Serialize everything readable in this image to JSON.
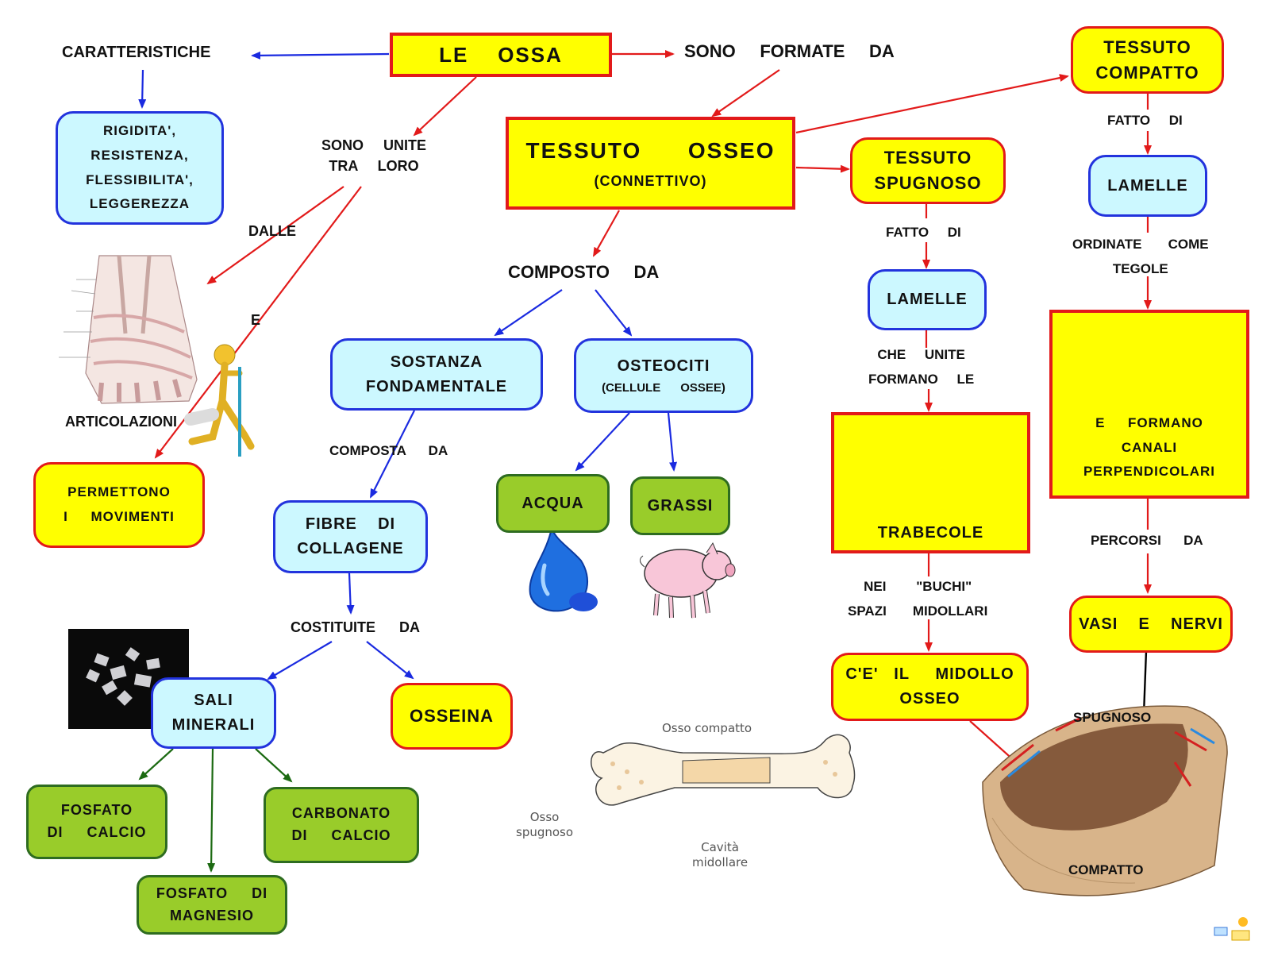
{
  "title": "LE    OSSA",
  "top_links": {
    "caratteristiche": "CARATTERISTICHE",
    "formate": "SONO     FORMATE     DA",
    "unite": "SONO     UNITE\nTRA     LORO",
    "dalle": "DALLE",
    "e": "E",
    "articolazioni": "ARTICOLAZIONI"
  },
  "properties": "RIGIDITA',\nRESISTENZA,\nFLESSIBILITA',\nLEGGEREZZA",
  "movements": "PERMETTONO\nI     MOVIMENTI",
  "tessuto_osseo": {
    "title": "TESSUTO      OSSEO",
    "subtitle": "(CONNETTIVO)"
  },
  "composto_da": "COMPOSTO     DA",
  "sostanza": "SOSTANZA\nFONDAMENTALE",
  "osteociti": {
    "title": "OSTEOCITI",
    "subtitle": "(CELLULE      OSSEE)"
  },
  "composta_da": "COMPOSTA      DA",
  "fibre": "FIBRE    DI\nCOLLAGENE",
  "acqua": "ACQUA",
  "grassi": "GRASSI",
  "costituite_da": "COSTITUITE      DA",
  "sali": "SALI\nMINERALI",
  "osseina": "OSSEINA",
  "fosfato_calcio": "FOSFATO\nDI     CALCIO",
  "carbonato_calcio": "CARBONATO\nDI     CALCIO",
  "fosfato_magnesio": "FOSFATO     DI\nMAGNESIO",
  "spugnoso": {
    "title": "TESSUTO\nSPUGNOSO",
    "fatto_di": "FATTO     DI",
    "lamelle": "LAMELLE",
    "che_unite": "CHE     UNITE\nFORMANO     LE",
    "trabecole": "TRABECOLE",
    "nei_spazi": "NEI        \"BUCHI\"\nSPAZI       MIDOLLARI",
    "midollo": "C'E'   IL     MIDOLLO\nOSSEO"
  },
  "compatto": {
    "title": "TESSUTO\nCOMPATTO",
    "fatto_di": "FATTO     DI",
    "lamelle": "LAMELLE",
    "ordinate": "ORDINATE       COME\nTEGOLE",
    "formano": "E     FORMANO\nCANALI\nPERPENDICOLARI",
    "percorsi": "PERCORSI      DA",
    "vasi": "VASI    E    NERVI"
  },
  "bone_diagram": {
    "osso_compatto": "Osso compatto",
    "osso_spugnoso": "Osso\nspugnoso",
    "cavita": "Cavità\nmidollare"
  },
  "section_diagram": {
    "spugnoso": "SPUGNOSO",
    "compatto": "COMPATTO"
  },
  "colors": {
    "red_arrow": "#e21a1a",
    "blue_arrow": "#1a2ae0",
    "green_arrow": "#1c6a12",
    "yellow": "#ffff00",
    "light_blue": "#ccf8ff",
    "green": "#99cc2a"
  },
  "icons": [
    "hand-joint-anatomy",
    "crutch-figure",
    "salt-crystals",
    "water-drop",
    "pig",
    "trabecular-bone-photo",
    "osteon-drawing",
    "femur-drawing",
    "bone-section-drawing",
    "logo-mark"
  ]
}
